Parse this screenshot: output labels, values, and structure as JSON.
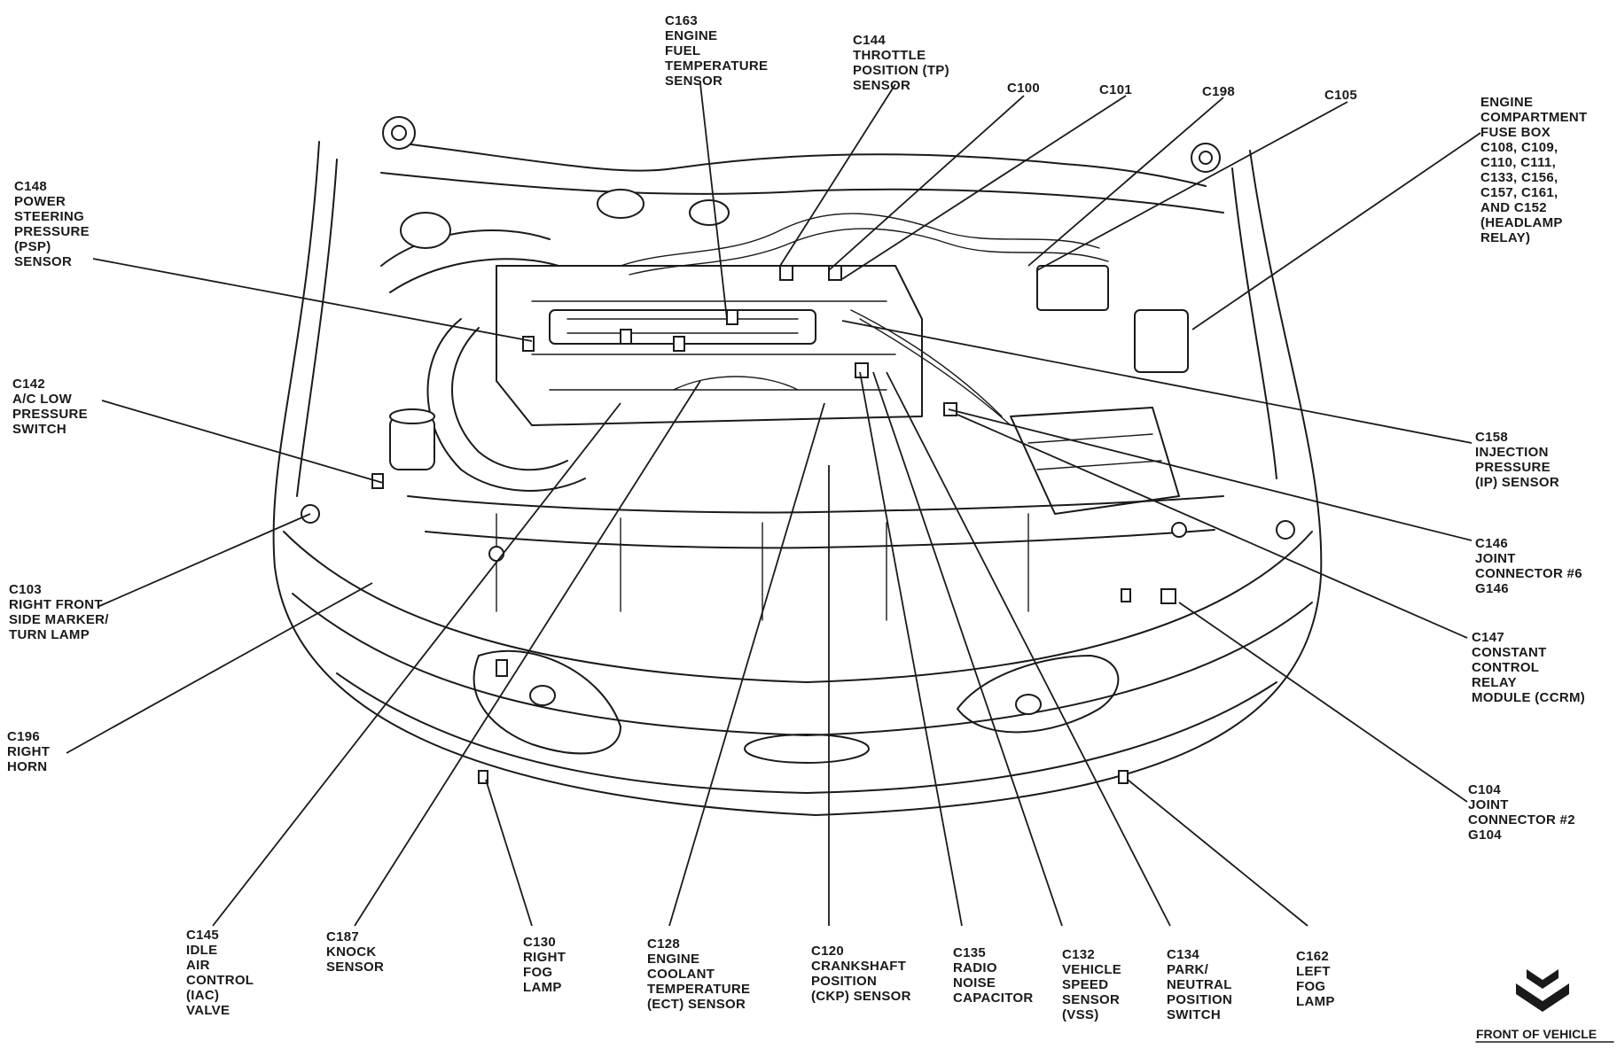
{
  "labels": {
    "c163": [
      "C163",
      "ENGINE",
      "FUEL",
      "TEMPERATURE",
      "SENSOR"
    ],
    "c144": [
      "C144",
      "THROTTLE",
      "POSITION (TP)",
      "SENSOR"
    ],
    "c100": [
      "C100"
    ],
    "c101": [
      "C101"
    ],
    "c198": [
      "C198"
    ],
    "c105": [
      "C105"
    ],
    "fusebox": [
      "ENGINE",
      "COMPARTMENT",
      "FUSE BOX",
      "C108, C109,",
      "C110, C111,",
      "C133, C156,",
      "C157, C161,",
      "AND C152",
      "(HEADLAMP",
      "RELAY)"
    ],
    "c148": [
      "C148",
      "POWER",
      "STEERING",
      "PRESSURE",
      "(PSP)",
      "SENSOR"
    ],
    "c142": [
      "C142",
      "A/C LOW",
      "PRESSURE",
      "SWITCH"
    ],
    "c103": [
      "C103",
      "RIGHT FRONT",
      "SIDE MARKER/",
      "TURN LAMP"
    ],
    "c196": [
      "C196",
      "RIGHT",
      "HORN"
    ],
    "c158": [
      "C158",
      "INJECTION",
      "PRESSURE",
      "(IP) SENSOR"
    ],
    "c146": [
      "C146",
      "JOINT",
      "CONNECTOR #6",
      "G146"
    ],
    "c147": [
      "C147",
      "CONSTANT",
      "CONTROL",
      "RELAY",
      "MODULE (CCRM)"
    ],
    "c104": [
      "C104",
      "JOINT",
      "CONNECTOR #2",
      "G104"
    ],
    "c145": [
      "C145",
      "IDLE",
      "AIR",
      "CONTROL",
      "(IAC)",
      "VALVE"
    ],
    "c187": [
      "C187",
      "KNOCK",
      "SENSOR"
    ],
    "c130": [
      "C130",
      "RIGHT",
      "FOG",
      "LAMP"
    ],
    "c128": [
      "C128",
      "ENGINE",
      "COOLANT",
      "TEMPERATURE",
      "(ECT) SENSOR"
    ],
    "c120": [
      "C120",
      "CRANKSHAFT",
      "POSITION",
      "(CKP) SENSOR"
    ],
    "c135": [
      "C135",
      "RADIO",
      "NOISE",
      "CAPACITOR"
    ],
    "c132": [
      "C132",
      "VEHICLE",
      "SPEED",
      "SENSOR",
      "(VSS)"
    ],
    "c134": [
      "C134",
      "PARK/",
      "NEUTRAL",
      "POSITION",
      "SWITCH"
    ],
    "c162": [
      "C162",
      "LEFT",
      "FOG",
      "LAMP"
    ]
  },
  "footer": {
    "direction": "FRONT OF VEHICLE",
    "arrow_icon": "down-chevron-arrow-icon"
  },
  "colors": {
    "ink": "#1a1a1a",
    "paper": "#ffffff"
  }
}
